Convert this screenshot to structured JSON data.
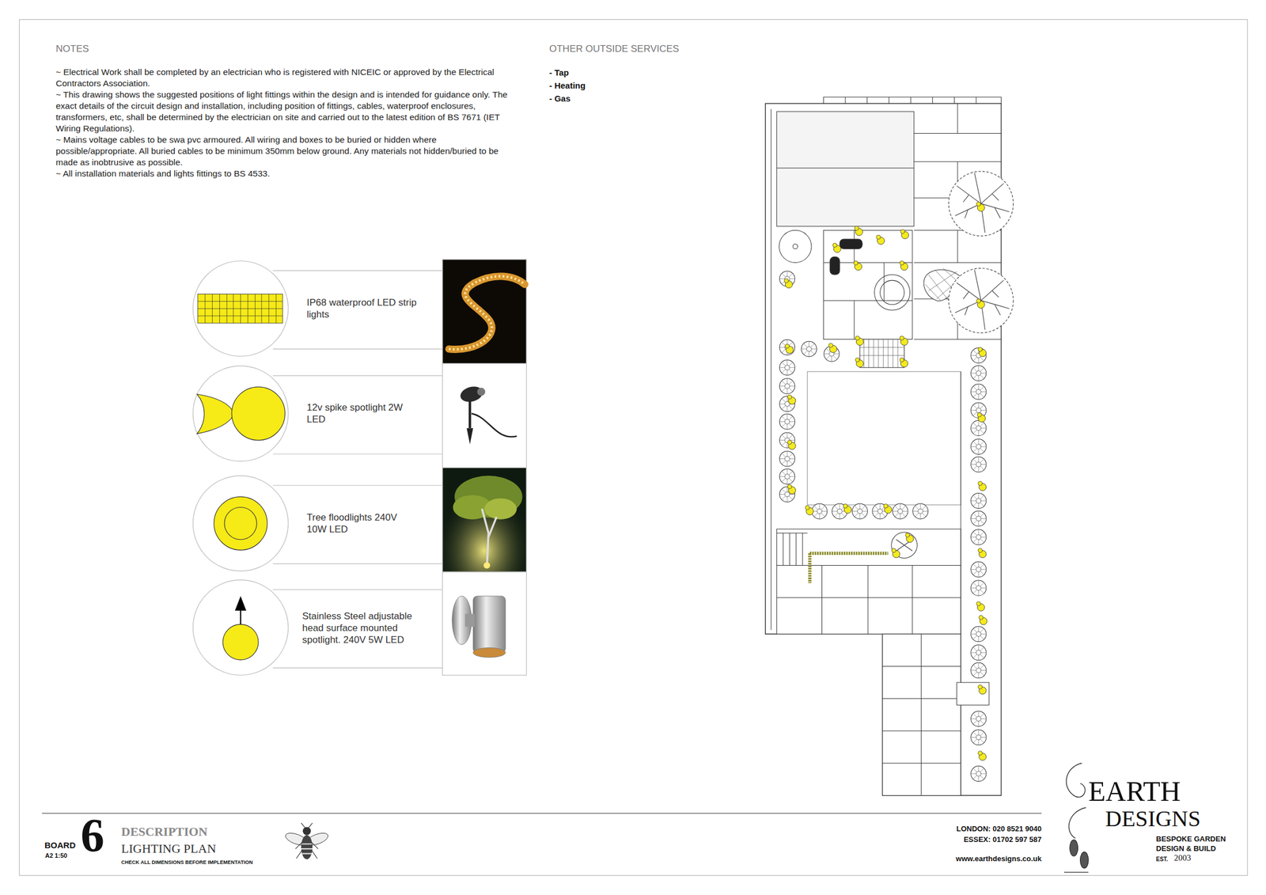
{
  "diagram": {
    "labels": [
      "NOTES",
      "~ Electrical Work shall be completed by an electrician who is registered with NICEIC or approved by the Electrical Contractors Association.",
      "~ This drawing shows the suggested positions of light fittings within the design and is intended for guidance only. The exact details of the circuit design and installation, including position of fittings, cables, waterproof enclosures, transformers, etc, shall be determined by the electrician on site and carried out to the latest edition of BS 7671 (IET Wiring Regulations).",
      "~ Mains voltage cables to be swa pvc armoured. All wiring and boxes to be buried or hidden where possible/appropriate. All buried cables to be minimum 350mm below ground. Any materials not hidden/buried to be made as inobtrusive as possible.",
      "~ All installation materials and lights fittings to BS 4533.",
      "OTHER OUTSIDE SERVICES",
      "- Tap",
      "- Heating",
      "- Gas",
      "BOARD",
      "A2 1:50",
      "6",
      "DESCRIPTION",
      "LIGHTING PLAN",
      "CHECK ALL DIMENSIONS BEFORE IMPLEMENTATION",
      "LONDON: 020 8521 9040",
      "ESSEX: 01702 597 587",
      "www.earthdesigns.co.uk",
      "EARTH",
      "DESIGNS",
      "BESPOKE GARDEN",
      "DESIGN & BUILD",
      "EST.",
      "2003"
    ],
    "legend": [
      {
        "text": "IP68 waterproof LED strip lights"
      },
      {
        "text": "12v spike spotlight 2W LED"
      },
      {
        "text": "Tree floodlights 240V 10W LED"
      },
      {
        "text": "Stainless Steel adjustable head surface mounted spotlight. 240V 5W LED"
      }
    ]
  }
}
